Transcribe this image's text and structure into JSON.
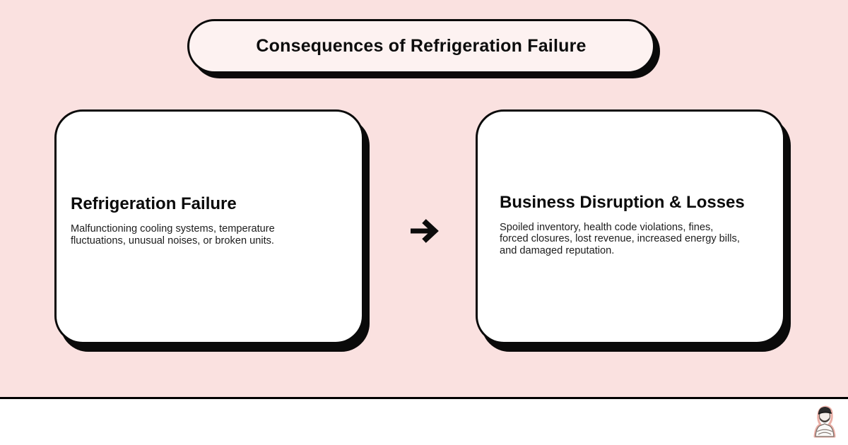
{
  "theme": {
    "bg": "#fae1e0",
    "panel": "#fdf2f1",
    "card": "#ffffff",
    "ink": "#0a0a0a"
  },
  "header": {
    "title": "Consequences of Refrigeration Failure"
  },
  "flow": {
    "arrow_symbol": "→",
    "nodes": [
      {
        "title": "Refrigeration Failure",
        "description": "Malfunctioning cooling systems, temperature\nfluctuations, unusual noises, or broken units."
      },
      {
        "title": "Business Disruption & Losses",
        "description": "Spoiled inventory, health code violations, fines,\nforced closures, lost revenue, increased energy bills,\nand damaged reputation."
      }
    ]
  },
  "footer": {
    "logo": "technician-mascot"
  }
}
